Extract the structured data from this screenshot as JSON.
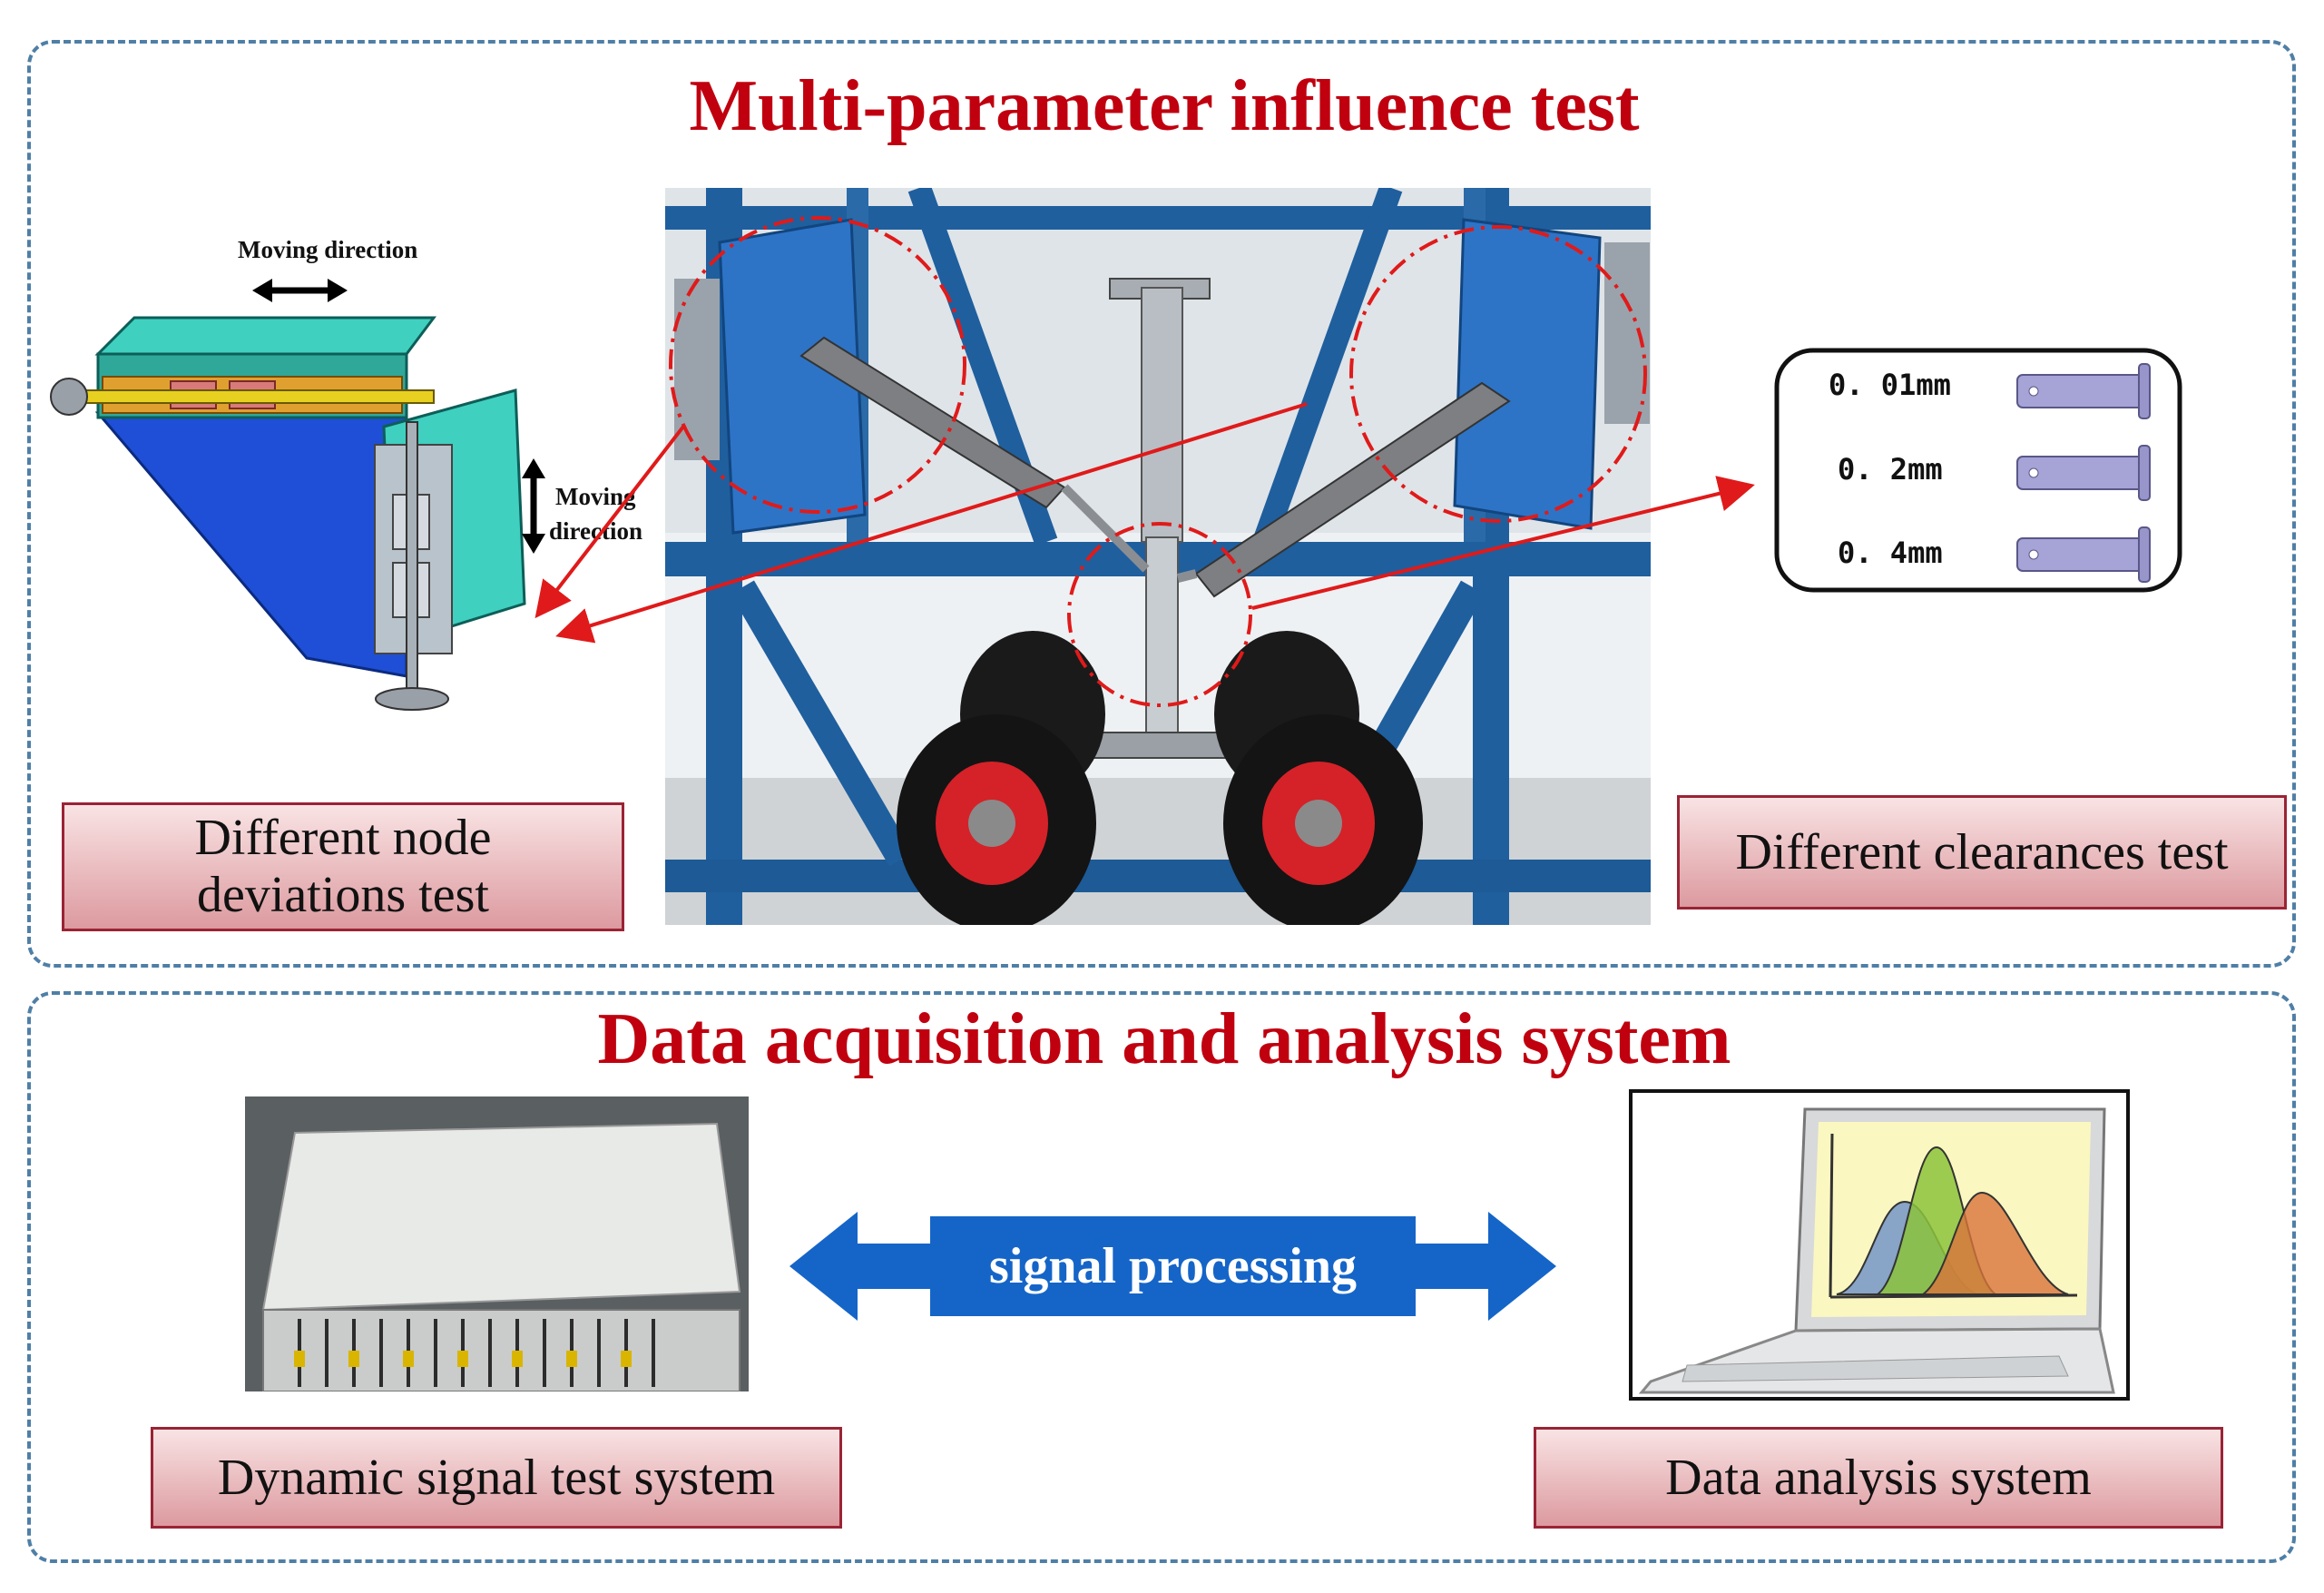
{
  "titles": {
    "top": "Multi-parameter influence test",
    "bottom": "Data acquisition and analysis system"
  },
  "labels": {
    "node_line1": "Different node",
    "node_line2": "deviations test",
    "clearances": "Different clearances test",
    "dynamic": "Dynamic signal test system",
    "analysis": "Data analysis system",
    "signal": "signal processing"
  },
  "cad": {
    "moving_horizontal": "Moving direction",
    "moving_vertical_1": "Moving",
    "moving_vertical_2": "direction"
  },
  "clearances": [
    "0. 01mm",
    "0. 2mm",
    "0. 4mm"
  ],
  "colors": {
    "title_red": "#c0000f",
    "frame_blue": "#1f5f9e",
    "arrow_blue": "#1565c8",
    "annotation_red": "#e01a1a",
    "panel_border": "#4f7fa6"
  }
}
